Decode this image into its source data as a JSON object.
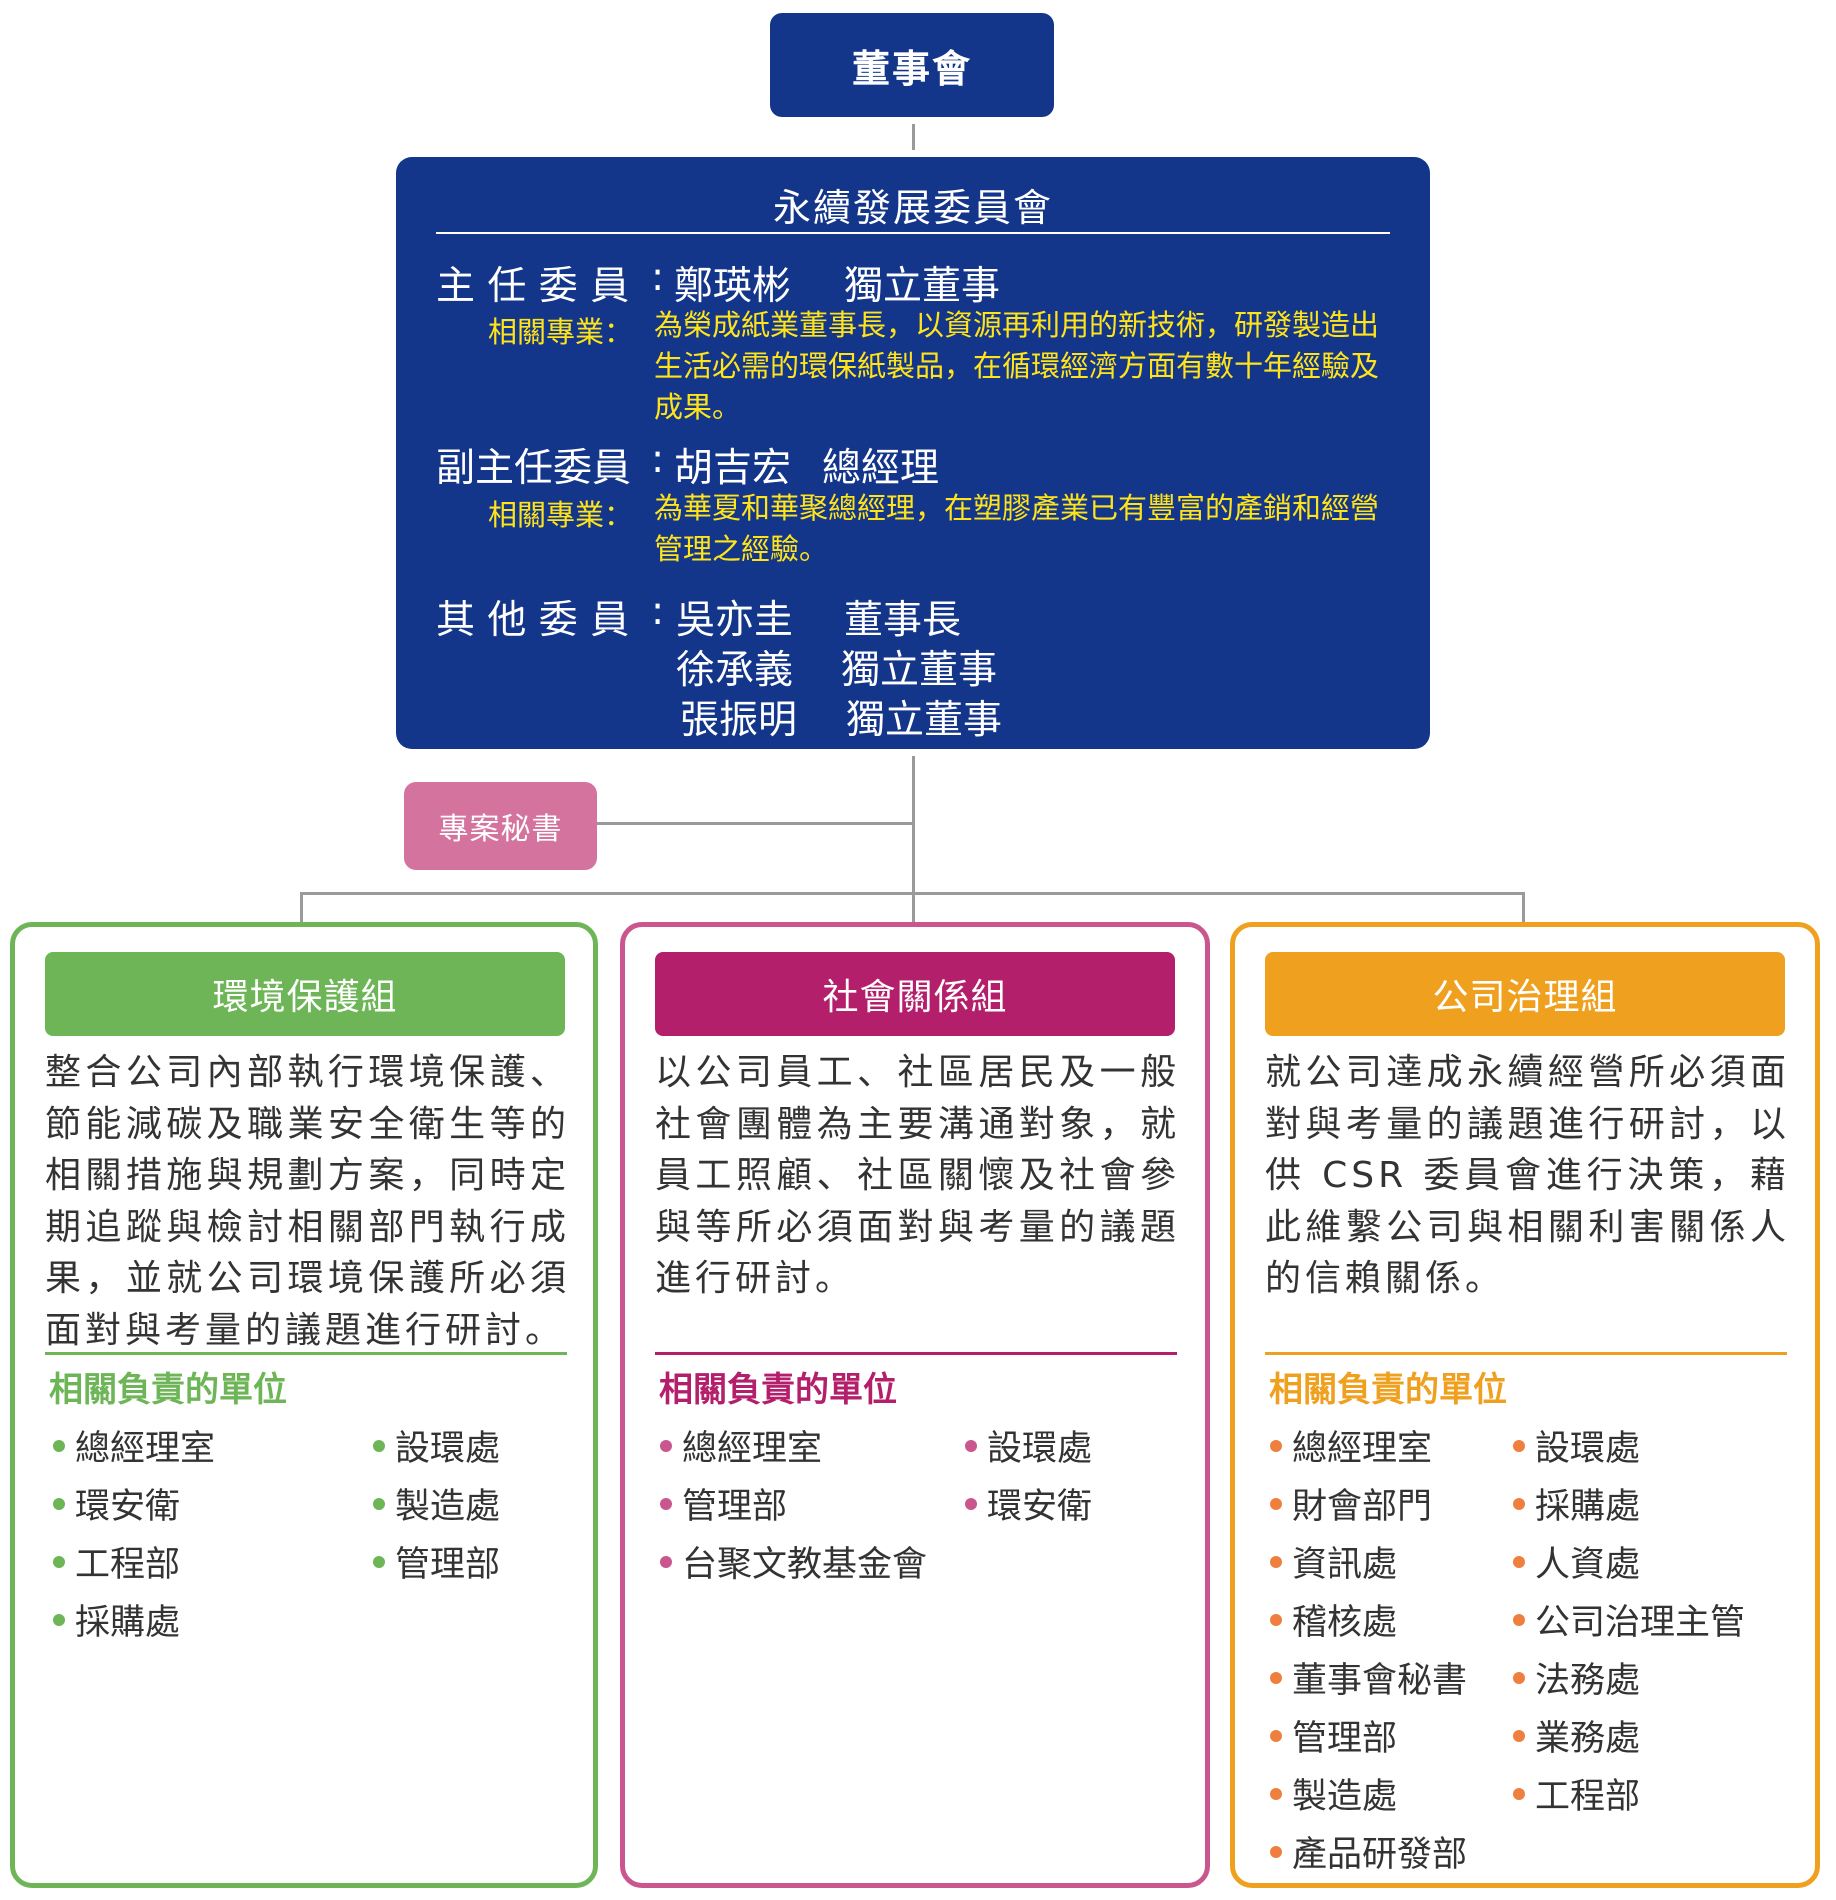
{
  "board": {
    "label": "董事會"
  },
  "committee": {
    "title": "永續發展委員會",
    "chair": {
      "role": "主 任 委 員",
      "colon": ":",
      "name": "鄭瑛彬",
      "title": "獨立董事",
      "expertise_label": "相關專業：",
      "expertise": "為榮成紙業董事長，以資源再利用的新技術，研發製造出生活必需的環保紙製品，在循環經濟方面有數十年經驗及成果。"
    },
    "vice_chair": {
      "role": "副主任委員",
      "colon": ":",
      "name": "胡吉宏",
      "title": "總經理",
      "expertise_label": "相關專業：",
      "expertise": "為華夏和華聚總經理，在塑膠產業已有豐富的產銷和經營管理之經驗。"
    },
    "others": {
      "role": "其 他 委 員",
      "colon": ":",
      "members": [
        {
          "name": "吳亦圭",
          "title": "董事長"
        },
        {
          "name": "徐承義",
          "title": "獨立董事"
        },
        {
          "name": "張振明",
          "title": "獨立董事"
        }
      ]
    }
  },
  "secretary": {
    "label": "專案秘書"
  },
  "groups": [
    {
      "name": "環境保護組",
      "color": "#6db557",
      "description": "整合公司內部執行環境保護、節能減碳及職業安全衛生等的相關措施與規劃方案，同時定期追蹤與檢討相關部門執行成果，並就公司環境保護所必須面對與考量的議題進行研討。",
      "units_heading": "相關負責的單位",
      "units": [
        "總經理室",
        "環安衛",
        "工程部",
        "採購處",
        "設環處",
        "製造處",
        "管理部"
      ]
    },
    {
      "name": "社會關係組",
      "color": "#b41f6c",
      "border": "#c9568e",
      "description": "以公司員工、社區居民及一般社會團體為主要溝通對象，就員工照顧、社區關懷及社會參與等所必須面對與考量的議題進行研討。",
      "units_heading": "相關負責的單位",
      "units": [
        "總經理室",
        "管理部",
        "台聚文教基金會",
        "設環處",
        "環安衛"
      ]
    },
    {
      "name": "公司治理組",
      "color": "#f0a01f",
      "bullet": "#ef7f3f",
      "description": "就公司達成永續經營所必須面對與考量的議題進行研討，以供 CSR 委員會進行決策，藉此維繫公司與相關利害關係人的信賴關係。",
      "units_heading": "相關負責的單位",
      "units": [
        "總經理室",
        "財會部門",
        "資訊處",
        "稽核處",
        "董事會秘書",
        "管理部",
        "製造處",
        "產品研發部",
        "設環處",
        "採購處",
        "人資處",
        "公司治理主管",
        "法務處",
        "業務處",
        "工程部"
      ]
    }
  ]
}
